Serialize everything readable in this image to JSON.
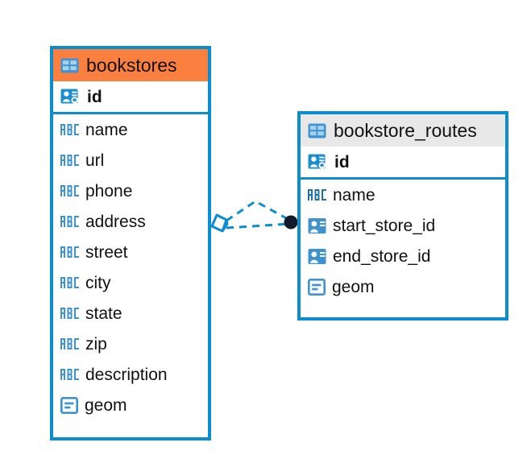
{
  "diagram": {
    "type": "entity-relationship-diagram",
    "background_color": "#ffffff",
    "accent_color": "#0b8dd0",
    "highlight_color": "#fb8040",
    "neutral_header_color": "#e8e8e8",
    "endpoint_color": "#111b2b"
  },
  "entities": [
    {
      "id": "bookstores",
      "name": "bookstores",
      "header_color": "#fb8040",
      "header_icon": "table-icon",
      "primary_keys": [
        {
          "name": "id",
          "icon": "primary-key-icon",
          "type_hint": "key"
        }
      ],
      "attributes": [
        {
          "name": "name",
          "icon": "abc-text-icon",
          "type_hint": "text"
        },
        {
          "name": "url",
          "icon": "abc-text-icon",
          "type_hint": "text"
        },
        {
          "name": "phone",
          "icon": "abc-text-icon",
          "type_hint": "text"
        },
        {
          "name": "address",
          "icon": "abc-text-icon",
          "type_hint": "text"
        },
        {
          "name": "street",
          "icon": "abc-text-icon",
          "type_hint": "text"
        },
        {
          "name": "city",
          "icon": "abc-text-icon",
          "type_hint": "text"
        },
        {
          "name": "state",
          "icon": "abc-text-icon",
          "type_hint": "text"
        },
        {
          "name": "zip",
          "icon": "abc-text-icon",
          "type_hint": "text"
        },
        {
          "name": "description",
          "icon": "abc-text-icon",
          "type_hint": "text"
        },
        {
          "name": "geom",
          "icon": "geometry-icon",
          "type_hint": "geometry"
        }
      ]
    },
    {
      "id": "bookstore_routes",
      "name": "bookstore_routes",
      "header_color": "#e8e8e8",
      "header_icon": "table-icon",
      "primary_keys": [
        {
          "name": "id",
          "icon": "primary-key-icon",
          "type_hint": "key"
        }
      ],
      "attributes": [
        {
          "name": "name",
          "icon": "abc-text-icon",
          "type_hint": "text"
        },
        {
          "name": "start_store_id",
          "icon": "foreign-key-icon",
          "type_hint": "reference"
        },
        {
          "name": "end_store_id",
          "icon": "foreign-key-icon",
          "type_hint": "reference"
        },
        {
          "name": "geom",
          "icon": "geometry-icon",
          "type_hint": "geometry"
        }
      ]
    }
  ],
  "relationship": {
    "from_entity": "bookstores",
    "to_entity": "bookstore_routes",
    "line_style": "dashed",
    "line_color": "#0b8dd0",
    "source_marker": "diamond-marker",
    "target_marker": "filled-circle-marker",
    "target_marker_color": "#111b2b"
  }
}
